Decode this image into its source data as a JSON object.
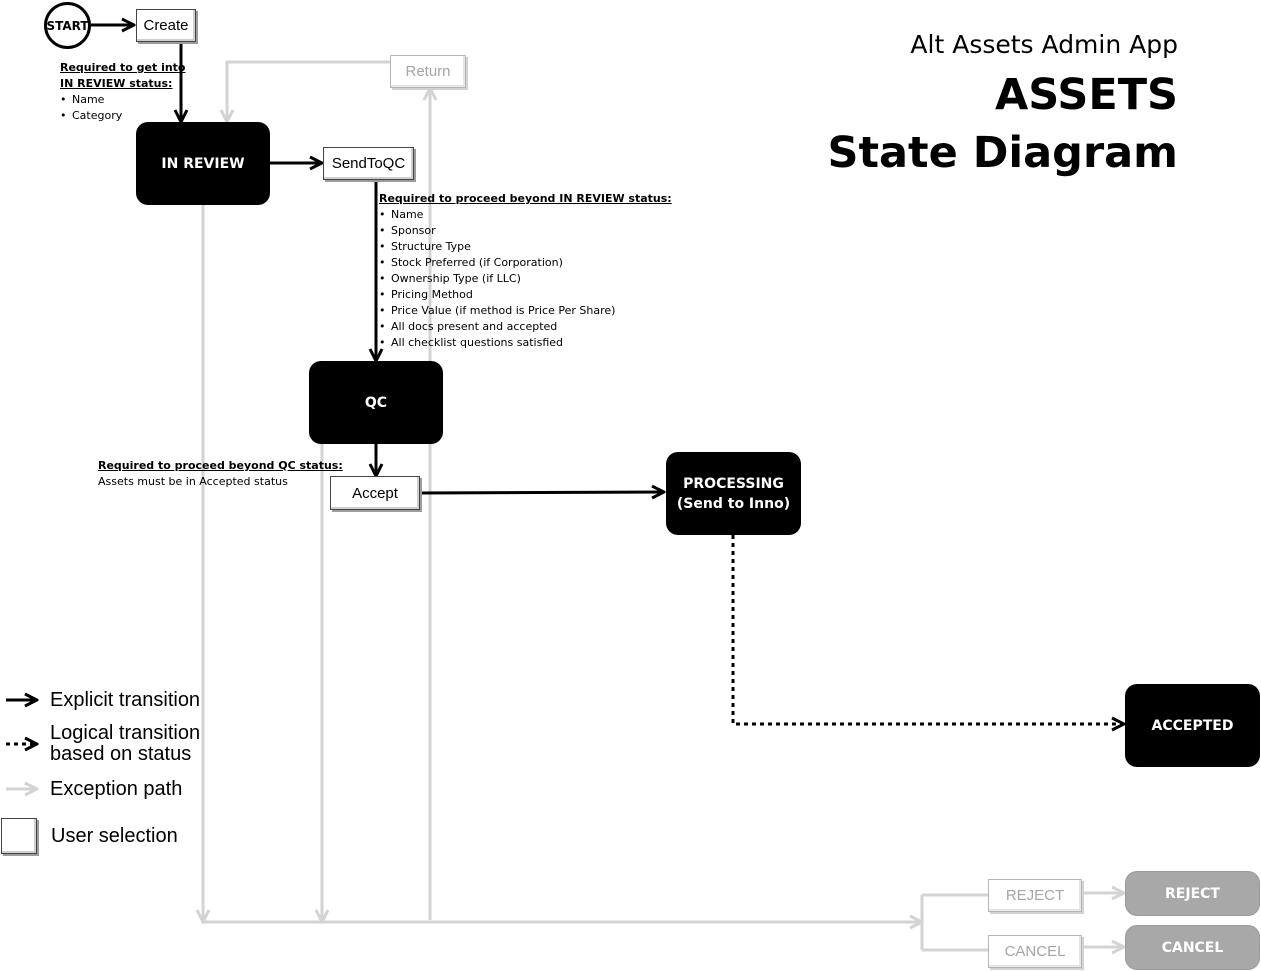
{
  "title": {
    "app": "Alt Assets Admin App",
    "line2": "ASSETS",
    "line3": "State Diagram"
  },
  "nodes": {
    "start": "START",
    "create": "Create",
    "return": "Return",
    "in_review": "IN REVIEW",
    "send_to_qc": "SendToQC",
    "qc": "QC",
    "accept": "Accept",
    "processing_line1": "PROCESSING",
    "processing_line2": "(Send to Inno)",
    "accepted": "ACCEPTED",
    "reject_action": "REJECT",
    "cancel_action": "CANCEL",
    "reject_state": "REJECT",
    "cancel_state": "CANCEL"
  },
  "notes": {
    "in_review_req": {
      "heading_line1": "Required to get into",
      "heading_line2": "IN REVIEW status:",
      "items": [
        "Name",
        "Category"
      ]
    },
    "beyond_review_req": {
      "heading": "Required to proceed beyond IN REVIEW status:",
      "items": [
        "Name",
        "Sponsor",
        "Structure Type",
        "Stock Preferred (if Corporation)",
        "Ownership Type (if LLC)",
        "Pricing Method",
        "Price Value (if method is Price Per Share)",
        "All docs present and accepted",
        "All checklist questions satisfied"
      ]
    },
    "beyond_qc_req": {
      "heading": "Required to proceed beyond QC status:",
      "text": "Assets must be in Accepted status"
    }
  },
  "legend": {
    "explicit": "Explicit transition",
    "logical_line1": "Logical transition",
    "logical_line2": "based on status",
    "exception": "Exception path",
    "user_selection": "User selection"
  },
  "colors": {
    "state_fill": "#000000",
    "state_text": "#ffffff",
    "exception_path": "#d3d3d3",
    "greyed_state": "#a8a8a8",
    "greyed_text": "#a5a5a5"
  }
}
